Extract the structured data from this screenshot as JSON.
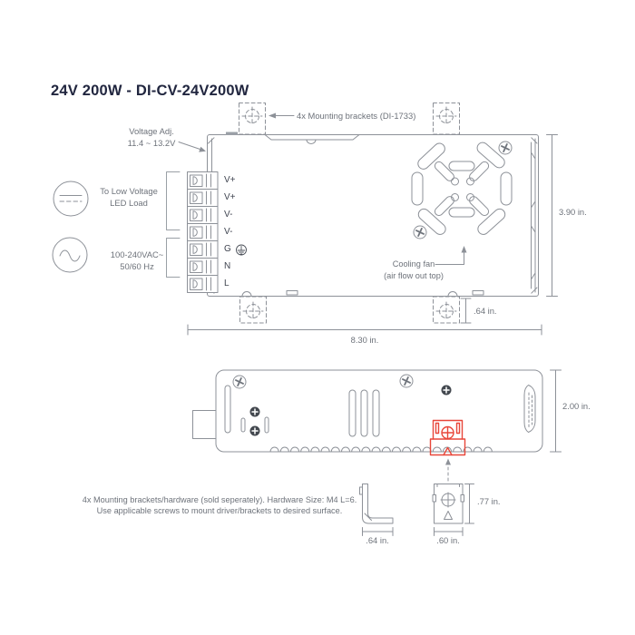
{
  "title": "24V 200W - DI-CV-24V200W",
  "colors": {
    "accent_red": "#e8473a",
    "line_gray": "#8d9198",
    "text_gray": "#6d727a",
    "title_navy": "#21263f"
  },
  "icons": {
    "dc_symbol": "⎓",
    "ac_symbol": "∿",
    "ground_symbol": "⏚",
    "mounting_screw": "⊕"
  },
  "top_view": {
    "mounting_brackets_label": "4x Mounting brackets (DI-1733)",
    "voltage_adj_line1": "Voltage Adj.",
    "voltage_adj_line2": "11.4 ~ 13.2V",
    "dc_load_line1": "To Low Voltage",
    "dc_load_line2": "LED Load",
    "ac_input_line1": "100-240VAC~",
    "ac_input_line2": "50/60 Hz",
    "cooling_fan_line1": "Cooling fan",
    "cooling_fan_line2": "(air flow out top)",
    "terminals": [
      "V+",
      "V+",
      "V-",
      "V-",
      "G",
      "N",
      "L"
    ],
    "dim_height": "3.90 in.",
    "dim_bracket": ".64 in.",
    "dim_width": "8.30 in."
  },
  "side_view": {
    "dim_height": "2.00 in."
  },
  "bracket_detail": {
    "note_line1": "4x Mounting brackets/hardware (sold seperately). Hardware Size: M4 L=6.",
    "note_line2": "Use applicable screws to mount driver/brackets to desired surface.",
    "dim_l_width": ".64 in.",
    "dim_front_width": ".60 in.",
    "dim_front_height": ".77 in."
  }
}
